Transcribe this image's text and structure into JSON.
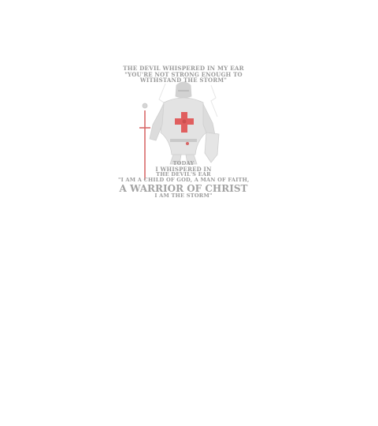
{
  "artwork": {
    "text_lines": [
      "THE DEVIL WHISPERED IN MY EAR",
      "\"YOU'RE NOT STRONG ENOUGH TO",
      "WITHSTAND THE STORM\"",
      "TODAY",
      "I WHISPERED IN",
      "THE DEVIL'S EAR",
      "\"I AM A CHILD OF GOD, A MAN OF FAITH,",
      "A WARRIOR OF CHRIST",
      "I AM THE STORM\""
    ],
    "colors": {
      "text": "#9a9a9a",
      "figure": "#d8d8d8",
      "cross": "#e04848",
      "sword": "#d86a6a"
    }
  }
}
